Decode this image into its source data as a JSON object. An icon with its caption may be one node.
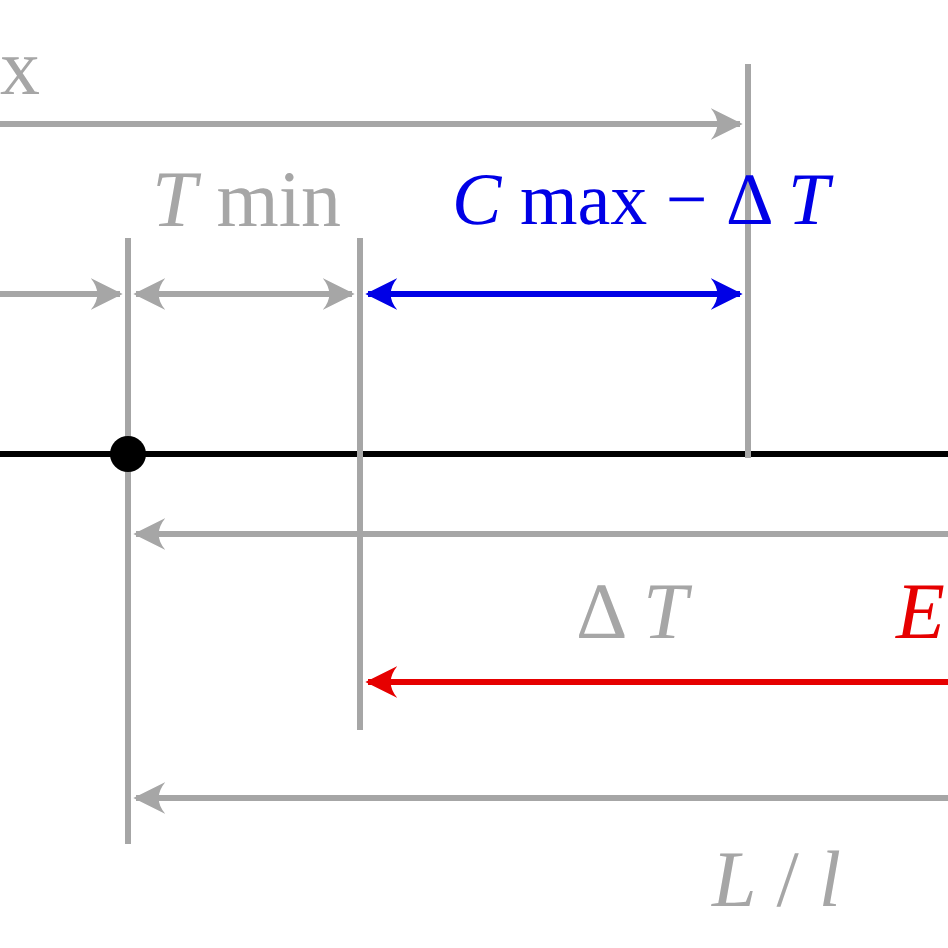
{
  "diagram": {
    "labels": [
      "x",
      "*T* min",
      "*C* max − Δ *T*",
      "Δ *T*",
      "*E*",
      "*L* / *l*"
    ]
  }
}
